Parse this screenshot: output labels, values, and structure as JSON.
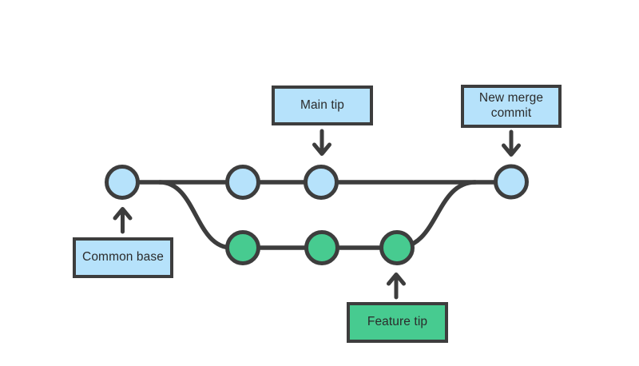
{
  "diagram": {
    "type": "git-merge-branch-diagram",
    "main_branch_commit_count": 4,
    "feature_branch_commit_count": 3
  },
  "annotations": {
    "main_tip": {
      "label": "Main tip"
    },
    "new_merge_commit": {
      "label": "New merge\ncommit"
    },
    "common_base": {
      "label": "Common base"
    },
    "feature_tip": {
      "label": "Feature tip"
    }
  },
  "colors": {
    "main_commit_fill": "#b6e2fb",
    "feature_commit_fill": "#47cb90",
    "line_stroke": "#3d3d3d",
    "box_border": "#3d3d3d",
    "label_text": "#2b2b2b",
    "background": "#ffffff"
  },
  "icons": {
    "arrow_down": "arrow pointing down to a commit node",
    "arrow_up": "arrow pointing up to a commit node"
  }
}
